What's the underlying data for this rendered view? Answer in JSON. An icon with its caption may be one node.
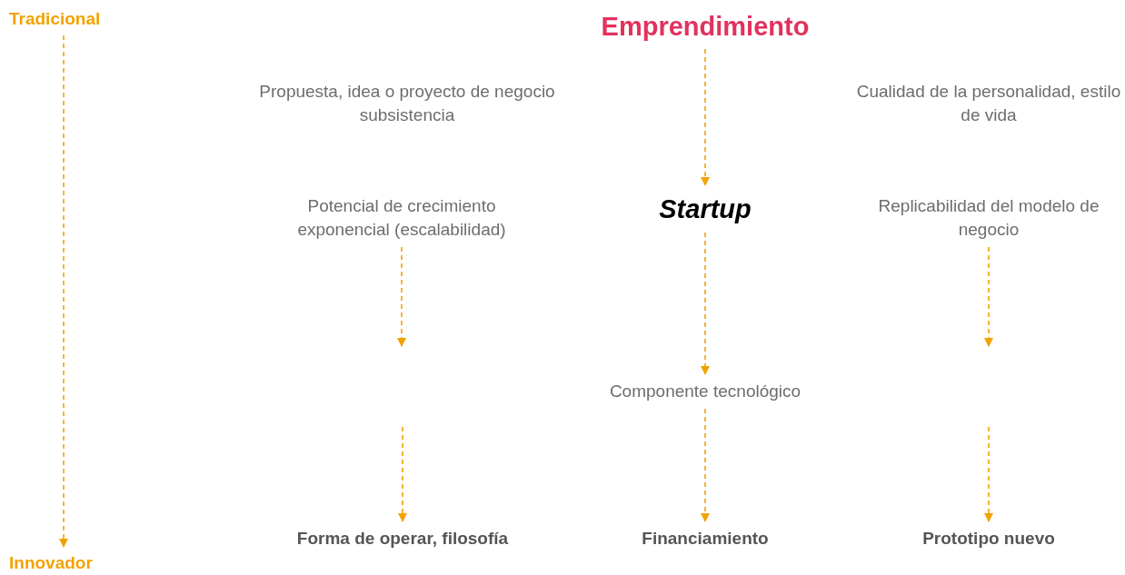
{
  "diagram": {
    "nodes": [
      {
        "text": [
          "Tradicional"
        ]
      },
      {
        "text": [
          "Innovador"
        ]
      },
      {
        "text": [
          "Emprendimiento"
        ]
      },
      {
        "text": [
          "Propuesta, idea o proyecto de negocio subsistencia"
        ]
      },
      {
        "text": [
          "Cualidad de la personalidad, estilo de vida"
        ]
      },
      {
        "text": [
          "Startup"
        ]
      },
      {
        "text": [
          "Potencial de crecimiento exponencial (escalabilidad)"
        ]
      },
      {
        "text": [
          "Replicabilidad del modelo de negocio"
        ]
      },
      {
        "text": [
          "Componente tecnológico"
        ]
      },
      {
        "text": [
          "Forma de operar, filosofía"
        ]
      },
      {
        "text": [
          "Financiamiento"
        ]
      },
      {
        "text": [
          "Prototipo nuevo"
        ]
      }
    ],
    "edges": [
      {
        "from": 0,
        "to": 1,
        "arrow": "to",
        "style": "dashed"
      },
      {
        "from": 2,
        "to": 5,
        "arrow": "to",
        "style": "dashed"
      },
      {
        "from": 6,
        "to": null,
        "arrow": "to",
        "style": "dashed"
      },
      {
        "from": null,
        "to": 9,
        "arrow": "to",
        "style": "dashed"
      },
      {
        "from": 5,
        "to": 8,
        "arrow": "to",
        "style": "dashed"
      },
      {
        "from": 8,
        "to": 10,
        "arrow": "to",
        "style": "dashed"
      },
      {
        "from": 7,
        "to": null,
        "arrow": "to",
        "style": "dashed"
      },
      {
        "from": null,
        "to": 11,
        "arrow": "to",
        "style": "dashed"
      }
    ]
  }
}
